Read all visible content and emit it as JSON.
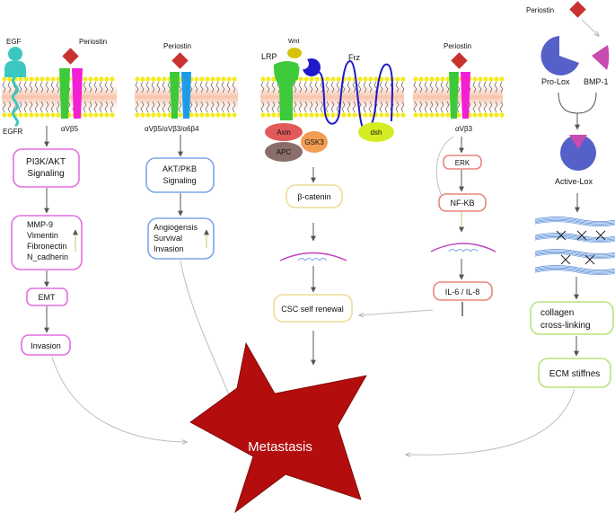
{
  "col1": {
    "ligand": "EGF",
    "receptor": "EGFR",
    "periostin": "Periostin",
    "integrin": "αVβ5",
    "signal_line1": "PI3K/AKT",
    "signal_line2": "Signaling",
    "targets": [
      "MMP-9",
      "Vimentin",
      "Fibronectin",
      "N_cadherin"
    ],
    "emt": "EMT",
    "invasion": "Invasion"
  },
  "col2": {
    "periostin": "Periostin",
    "integrin": "αVβ5/αVβ3/α6β4",
    "signal_line1": "AKT/PKB",
    "signal_line2": "Signaling",
    "outcomes": [
      "Angiogensis",
      "Survival",
      "Invasion"
    ]
  },
  "col3": {
    "wnt": "Wnt",
    "lrp": "LRP",
    "frz": "Frz",
    "axin": "Axin",
    "gsk3": "GSK3",
    "apc": "APC",
    "dsh": "dsh",
    "beta_catenin": "β-catenin",
    "csc": "CSC self renewal"
  },
  "col4": {
    "periostin": "Periostin",
    "integrin": "αVβ3",
    "erk": "ERK",
    "nfkb": "NF-KB",
    "il": "IL-6 / IL-8"
  },
  "col5": {
    "periostin": "Periostin",
    "prolox": "Pro-Lox",
    "bmp1": "BMP-1",
    "activelox": "Active-Lox",
    "collagen_line1": "collagen",
    "collagen_line2": "cross-linking",
    "ecm": "ECM stiffnes"
  },
  "center": {
    "metastasis": "Metastasis"
  },
  "colors": {
    "pink_box": "#e36fe0",
    "blue_box": "#7aa7e6",
    "yellow_box": "#eedc96",
    "red_box": "#e8857a",
    "green_box": "#b7e27a",
    "metastasis": "#b30d0d",
    "integrin_green": "#3ec93a",
    "integrin_magenta": "#f21fd5",
    "integrin_cyan": "#1e9be8",
    "periostin_red": "#c8322f",
    "membrane_yellow": "#f4ea1c"
  }
}
